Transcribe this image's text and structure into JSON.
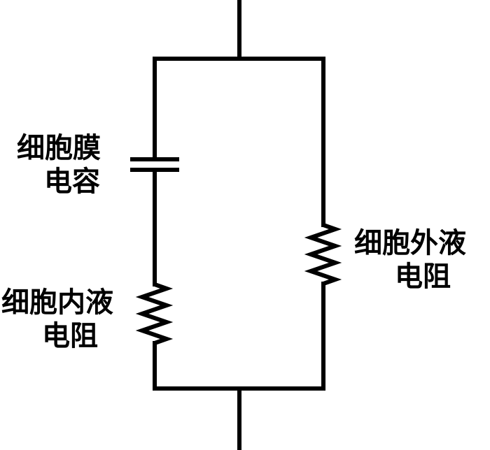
{
  "labels": {
    "capacitor_line1": "细胞膜",
    "capacitor_line2": "电容",
    "inner_resistor_line1": "细胞内液",
    "inner_resistor_line2": "电阻",
    "outer_resistor_line1": "细胞外液",
    "outer_resistor_line2": "电阻"
  }
}
